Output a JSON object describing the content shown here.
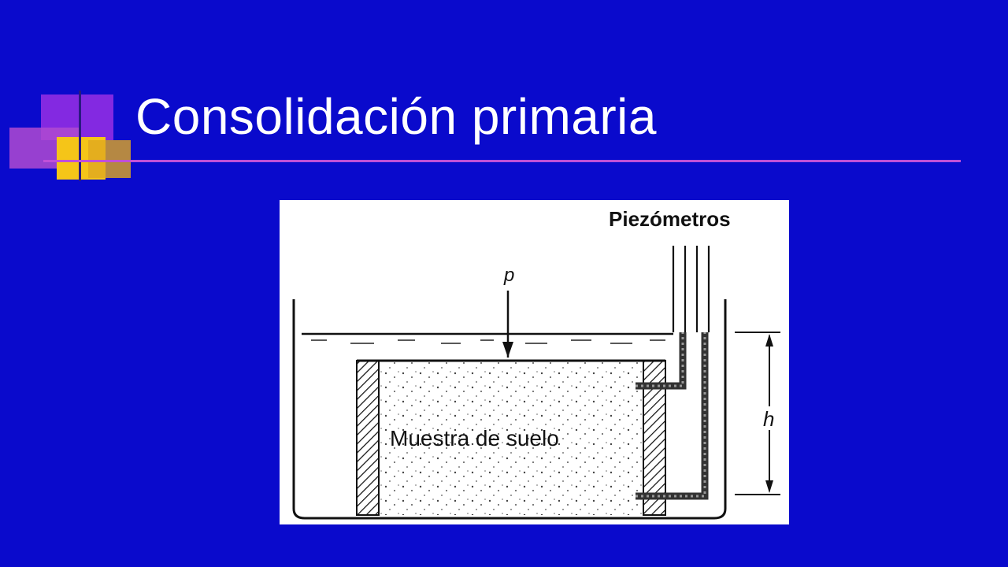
{
  "slide": {
    "title": "Consolidación primaria"
  },
  "figure": {
    "labels": {
      "piezometers": "Piezómetros",
      "load": "p",
      "sample": "Muestra de suelo",
      "height": "h"
    }
  }
}
